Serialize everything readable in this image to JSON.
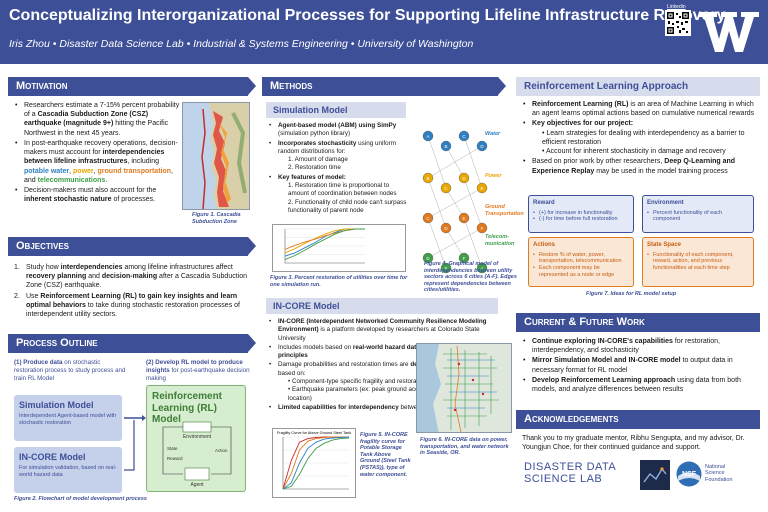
{
  "header": {
    "title": "Conceptualizing Interorganizational Processes for Supporting Lifeline Infrastructure Recovery",
    "subtitle": "Iris Zhou • Disaster Data Science Lab • Industrial & Systems Engineering • University of Washington",
    "qr_label": "Linkedin"
  },
  "motivation": {
    "title": "Motivation",
    "bullets": [
      {
        "parts": [
          {
            "t": "Researchers estimate a 7-15% percent probability of a "
          },
          {
            "t": "Cascadia Subduction Zone (CSZ) earthquake (magnitude 9+)",
            "c": "b"
          },
          {
            "t": " hitting the Pacific Northwest in the next 45 years."
          }
        ]
      },
      {
        "parts": [
          {
            "t": "In post-earthquake recovery operations, decision-makers must account for "
          },
          {
            "t": "interdependencies between lifeline infrastructures",
            "c": "b"
          },
          {
            "t": ", including "
          },
          {
            "t": "potable water",
            "c": "c-water"
          },
          {
            "t": ", "
          },
          {
            "t": "power",
            "c": "c-power"
          },
          {
            "t": ", "
          },
          {
            "t": "ground transportation",
            "c": "c-trans"
          },
          {
            "t": ", and "
          },
          {
            "t": "telecommunications",
            "c": "c-tele"
          },
          {
            "t": "."
          }
        ]
      },
      {
        "parts": [
          {
            "t": "Decision-makers must also account for the "
          },
          {
            "t": "inherent stochastic nature",
            "c": "b"
          },
          {
            "t": " of processes."
          }
        ]
      }
    ],
    "figure_caption": "Figure 1. Cascadia Subduction Zone"
  },
  "objectives": {
    "title": "Objectives",
    "items": [
      {
        "num": "1.",
        "parts": [
          {
            "t": "Study how "
          },
          {
            "t": "interdependencies",
            "c": "b"
          },
          {
            "t": " among lifeline infrastructures affect "
          },
          {
            "t": "recovery planning",
            "c": "b"
          },
          {
            "t": " and "
          },
          {
            "t": "decision-making",
            "c": "b"
          },
          {
            "t": " after a Cascadia Subduction Zone (CSZ) earthquake."
          }
        ]
      },
      {
        "num": "2.",
        "parts": [
          {
            "t": "Use "
          },
          {
            "t": "Reinforcement Learning (RL) to gain key insights and learn optimal behaviors",
            "c": "b"
          },
          {
            "t": " to take during stochastic restoration processes of interdependent utility sectors."
          }
        ]
      }
    ]
  },
  "process": {
    "title": "Process Outline",
    "step1": [
      {
        "t": "(1) Produce data",
        "c": "b"
      },
      {
        "t": " on stochastic restoration process to study process and train RL Model"
      }
    ],
    "step2": [
      {
        "t": "(2) Develop RL model to produce insights",
        "c": "b"
      },
      {
        "t": " for post-earthquake decision making"
      }
    ],
    "sim_box_title": "Simulation Model",
    "sim_box_text": "Interdependent Agent-based model with stochastic restoration",
    "core_box_title": "IN-CORE Model",
    "core_box_text": "For simulation validation, based on real-world hazard data",
    "rl_box_title": "Reinforcement Learning (RL) Model",
    "rl_labels": {
      "env": "Environment",
      "state": "State",
      "reward": "Reward",
      "action": "Action",
      "agent": "Agent"
    },
    "figure_caption": "Figure 2. Flowchart of model development process"
  },
  "methods": {
    "title": "Methods",
    "sim_title": "Simulation Model",
    "sim_bullets": [
      {
        "parts": [
          {
            "t": "Agent-based model (ABM) using SimPy",
            "c": "b"
          },
          {
            "t": " (simulation python library)"
          }
        ]
      },
      {
        "parts": [
          {
            "t": "Incorporates stochasticity",
            "c": "b"
          },
          {
            "t": " using uniform random distributions for:"
          }
        ],
        "sub": [
          "Amount of damage",
          "Restoration time"
        ]
      },
      {
        "parts": [
          {
            "t": "Key features of model:",
            "c": "b"
          }
        ],
        "sub": [
          "Restoration time is proportional to amount of coordination between nodes",
          "Functionality of child node can't surpass functionality of parent node"
        ]
      }
    ],
    "chart_caption": "Figure 3. Percent restoration of utilities over time for one simulation run.",
    "net_caption": "Figure 4. Graphical model of interdependencies between utility sectors across 6 cities (A-F). Edges represent dependencies between cities/utilities.",
    "net_labels": {
      "water": "Water",
      "power": "Power",
      "ground": "Ground Transportation",
      "tele": "Telecom-munication"
    },
    "incore_title": "IN-CORE Model",
    "incore_bullets": [
      {
        "parts": [
          {
            "t": "IN-CORE (Interdependent Networked Community Resilience Modeling Environment)",
            "c": "b"
          },
          {
            "t": " is a platform developed by researchers at Colorado State University"
          }
        ]
      },
      {
        "parts": [
          {
            "t": "Includes models based on "
          },
          {
            "t": "real-world hazard data",
            "c": "b"
          },
          {
            "t": " and "
          },
          {
            "t": "structural engineering principles",
            "c": "b"
          }
        ]
      },
      {
        "parts": [
          {
            "t": "Damage probabilities and restoration times are "
          },
          {
            "t": "deterministically calculated",
            "c": "b"
          },
          {
            "t": " based on:"
          }
        ],
        "sub": [
          "Component-type specific fragility and restoration curves (see Figure 5)",
          "Earthquake parameters (ex: peak ground acceleration, magnitude, location)"
        ]
      },
      {
        "parts": [
          {
            "t": "Limited capabilities for interdependency",
            "c": "b"
          },
          {
            "t": " between utility sectors"
          }
        ]
      }
    ],
    "fig5_caption": "Figure 5. IN-CORE fragility curve for Potable Storage Tank Above Ground (Steel Tank (PSTAS)), type of water component.",
    "fig6_caption": "Figure 6. IN-CORE data on power, transportation, and water network in Seaside, OR.",
    "fragility_title": "Fragility Curve for Above Ground Steel Tank"
  },
  "rl_approach": {
    "title": "Reinforcement Learning Approach",
    "bullets": [
      {
        "parts": [
          {
            "t": "Reinforcement Learning (RL)",
            "c": "b"
          },
          {
            "t": " is an area of Machine Learning in which an agent learns optimal actions based on cumulative numerical rewards"
          }
        ]
      },
      {
        "parts": [
          {
            "t": "Key objectives for our project:",
            "c": "b"
          }
        ],
        "sub": [
          "Learn strategies for dealing with interdependency as a barrier to efficient restoration",
          "Account for inherent stochasticity in damage and recovery"
        ]
      },
      {
        "parts": [
          {
            "t": "Based on prior work by other researchers, "
          },
          {
            "t": "Deep Q-Learning and Experience Replay",
            "c": "b"
          },
          {
            "t": " may be used in the model training process"
          }
        ]
      }
    ],
    "reward": {
      "title": "Reward",
      "items": [
        "(+) for increase in functionality",
        "(-) for time before full restoration"
      ]
    },
    "environment": {
      "title": "Environment",
      "items": [
        "Percent functionality of each component"
      ]
    },
    "actions": {
      "title": "Actions",
      "items": [
        "Restore % of water, power, transportation, telecommunication",
        "Each component may be represented as a node or edge"
      ]
    },
    "state": {
      "title": "State Space",
      "items": [
        "Functionality of each component, reward, action, and previous functionalities at each time step"
      ]
    },
    "figure_caption": "Figure 7. Ideas for RL model setup"
  },
  "current": {
    "title": "Current & Future Work",
    "bullets": [
      {
        "parts": [
          {
            "t": "Continue exploring IN-CORE's capabilities",
            "c": "b"
          },
          {
            "t": " for restoration, interdependency, and stochasticity"
          }
        ]
      },
      {
        "parts": [
          {
            "t": "Mirror Simulation Model and IN-CORE model",
            "c": "b"
          },
          {
            "t": " to output data in necessary format for RL model"
          }
        ]
      },
      {
        "parts": [
          {
            "t": "Develop Reinforcement Learning approach",
            "c": "b"
          },
          {
            "t": " using data from both models, and analyze differences between results"
          }
        ]
      }
    ]
  },
  "ack": {
    "title": "Acknowledgements",
    "text": "Thank you to my graduate mentor, Ribhu Sengupta, and my advisor, Dr. Youngjun Choe, for their continued guidance and support.",
    "dsl_line1": "DISASTER DATA",
    "dsl_line2": "SCIENCE LAB",
    "nsf_text_1": "National",
    "nsf_text_2": "Science",
    "nsf_text_3": "Foundation",
    "nsf_mark": "NSF"
  },
  "colors": {
    "primary": "#3d4f97",
    "water": "#2f7fc1",
    "power": "#e8a600",
    "transport": "#e07a1f",
    "telecom": "#3f9d4a"
  },
  "chart_data": [
    {
      "type": "line",
      "title": "",
      "xlabel": "",
      "ylabel": "",
      "x": [
        0,
        10,
        20,
        30,
        40,
        50,
        60,
        70,
        80
      ],
      "ylim": [
        0,
        1
      ],
      "series": [
        {
          "values": [
            0.2,
            0.3,
            0.45,
            0.6,
            0.78,
            0.9,
            1.0,
            1.0,
            1.0
          ]
        },
        {
          "values": [
            0.3,
            0.42,
            0.58,
            0.72,
            0.85,
            0.95,
            1.0,
            1.0,
            1.0
          ]
        },
        {
          "values": [
            0.4,
            0.52,
            0.62,
            0.7,
            0.8,
            0.88,
            0.95,
            1.0,
            1.0
          ]
        },
        {
          "values": [
            0.1,
            0.22,
            0.38,
            0.55,
            0.7,
            0.85,
            0.96,
            1.0,
            1.0
          ]
        }
      ]
    },
    {
      "type": "line",
      "title": "Fragility Curve for Above Ground Steel Tank",
      "xlabel": "",
      "ylabel": "",
      "x": [
        0,
        0.25,
        0.5,
        0.75,
        1.0,
        1.25,
        1.5,
        1.75,
        2.0
      ],
      "ylim": [
        0,
        1
      ],
      "series": [
        {
          "values": [
            0.0,
            0.55,
            0.9,
            0.97,
            0.99,
            1.0,
            1.0,
            1.0,
            1.0
          ]
        },
        {
          "values": [
            0.0,
            0.3,
            0.75,
            0.92,
            0.97,
            0.99,
            1.0,
            1.0,
            1.0
          ]
        },
        {
          "values": [
            0.0,
            0.12,
            0.5,
            0.78,
            0.9,
            0.96,
            0.98,
            0.99,
            1.0
          ]
        },
        {
          "values": [
            0.0,
            0.05,
            0.28,
            0.58,
            0.78,
            0.88,
            0.94,
            0.97,
            0.98
          ]
        }
      ]
    }
  ]
}
